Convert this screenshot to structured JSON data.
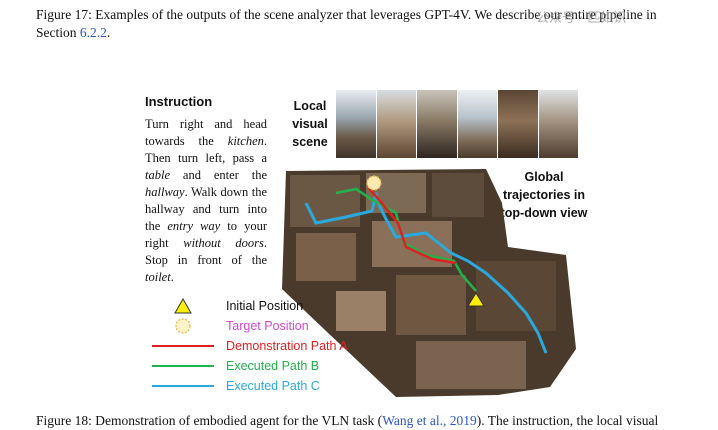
{
  "figure17": {
    "label": "Figure 17:",
    "text": " Examples of the outputs of the scene analyzer that leverages GPT-4V. We describe our entire pipeline in Section ",
    "ref": "6.2.2",
    "end": "."
  },
  "watermark": "公众号 · 匹如识",
  "instruction": {
    "heading": "Instruction",
    "segments": [
      {
        "t": "Turn right and head towards the "
      },
      {
        "t": "kitchen",
        "i": true
      },
      {
        "t": ". Then turn left, pass a "
      },
      {
        "t": "table",
        "i": true
      },
      {
        "t": " and enter the "
      },
      {
        "t": "hallway",
        "i": true
      },
      {
        "t": ". Walk down the hallway and turn into the "
      },
      {
        "t": "entry way",
        "i": true
      },
      {
        "t": " to your right "
      },
      {
        "t": "without doors",
        "i": true
      },
      {
        "t": ". Stop in front of the "
      },
      {
        "t": "toilet",
        "i": true
      },
      {
        "t": "."
      }
    ]
  },
  "local_scene_label": "Local visual scene",
  "global_label": "Global trajectories in top-down view",
  "legend": {
    "initial": "Initial Position",
    "target": "Target Position",
    "path_a": "Demonstration Path A",
    "path_b": "Executed Path B",
    "path_c": "Executed Path C"
  },
  "colors": {
    "path_a": "#e02020",
    "path_b": "#22b24c",
    "path_c": "#2aa9dc",
    "target_text": "#d24bd2",
    "initial_fill": "#ffee00",
    "ref": "#2a56c6"
  },
  "figure18": {
    "label": "Figure 18:",
    "text": " Demonstration of embodied agent for the VLN task  (",
    "ref": "Wang et al., 2019",
    "end": "). The instruction, the local visual"
  }
}
